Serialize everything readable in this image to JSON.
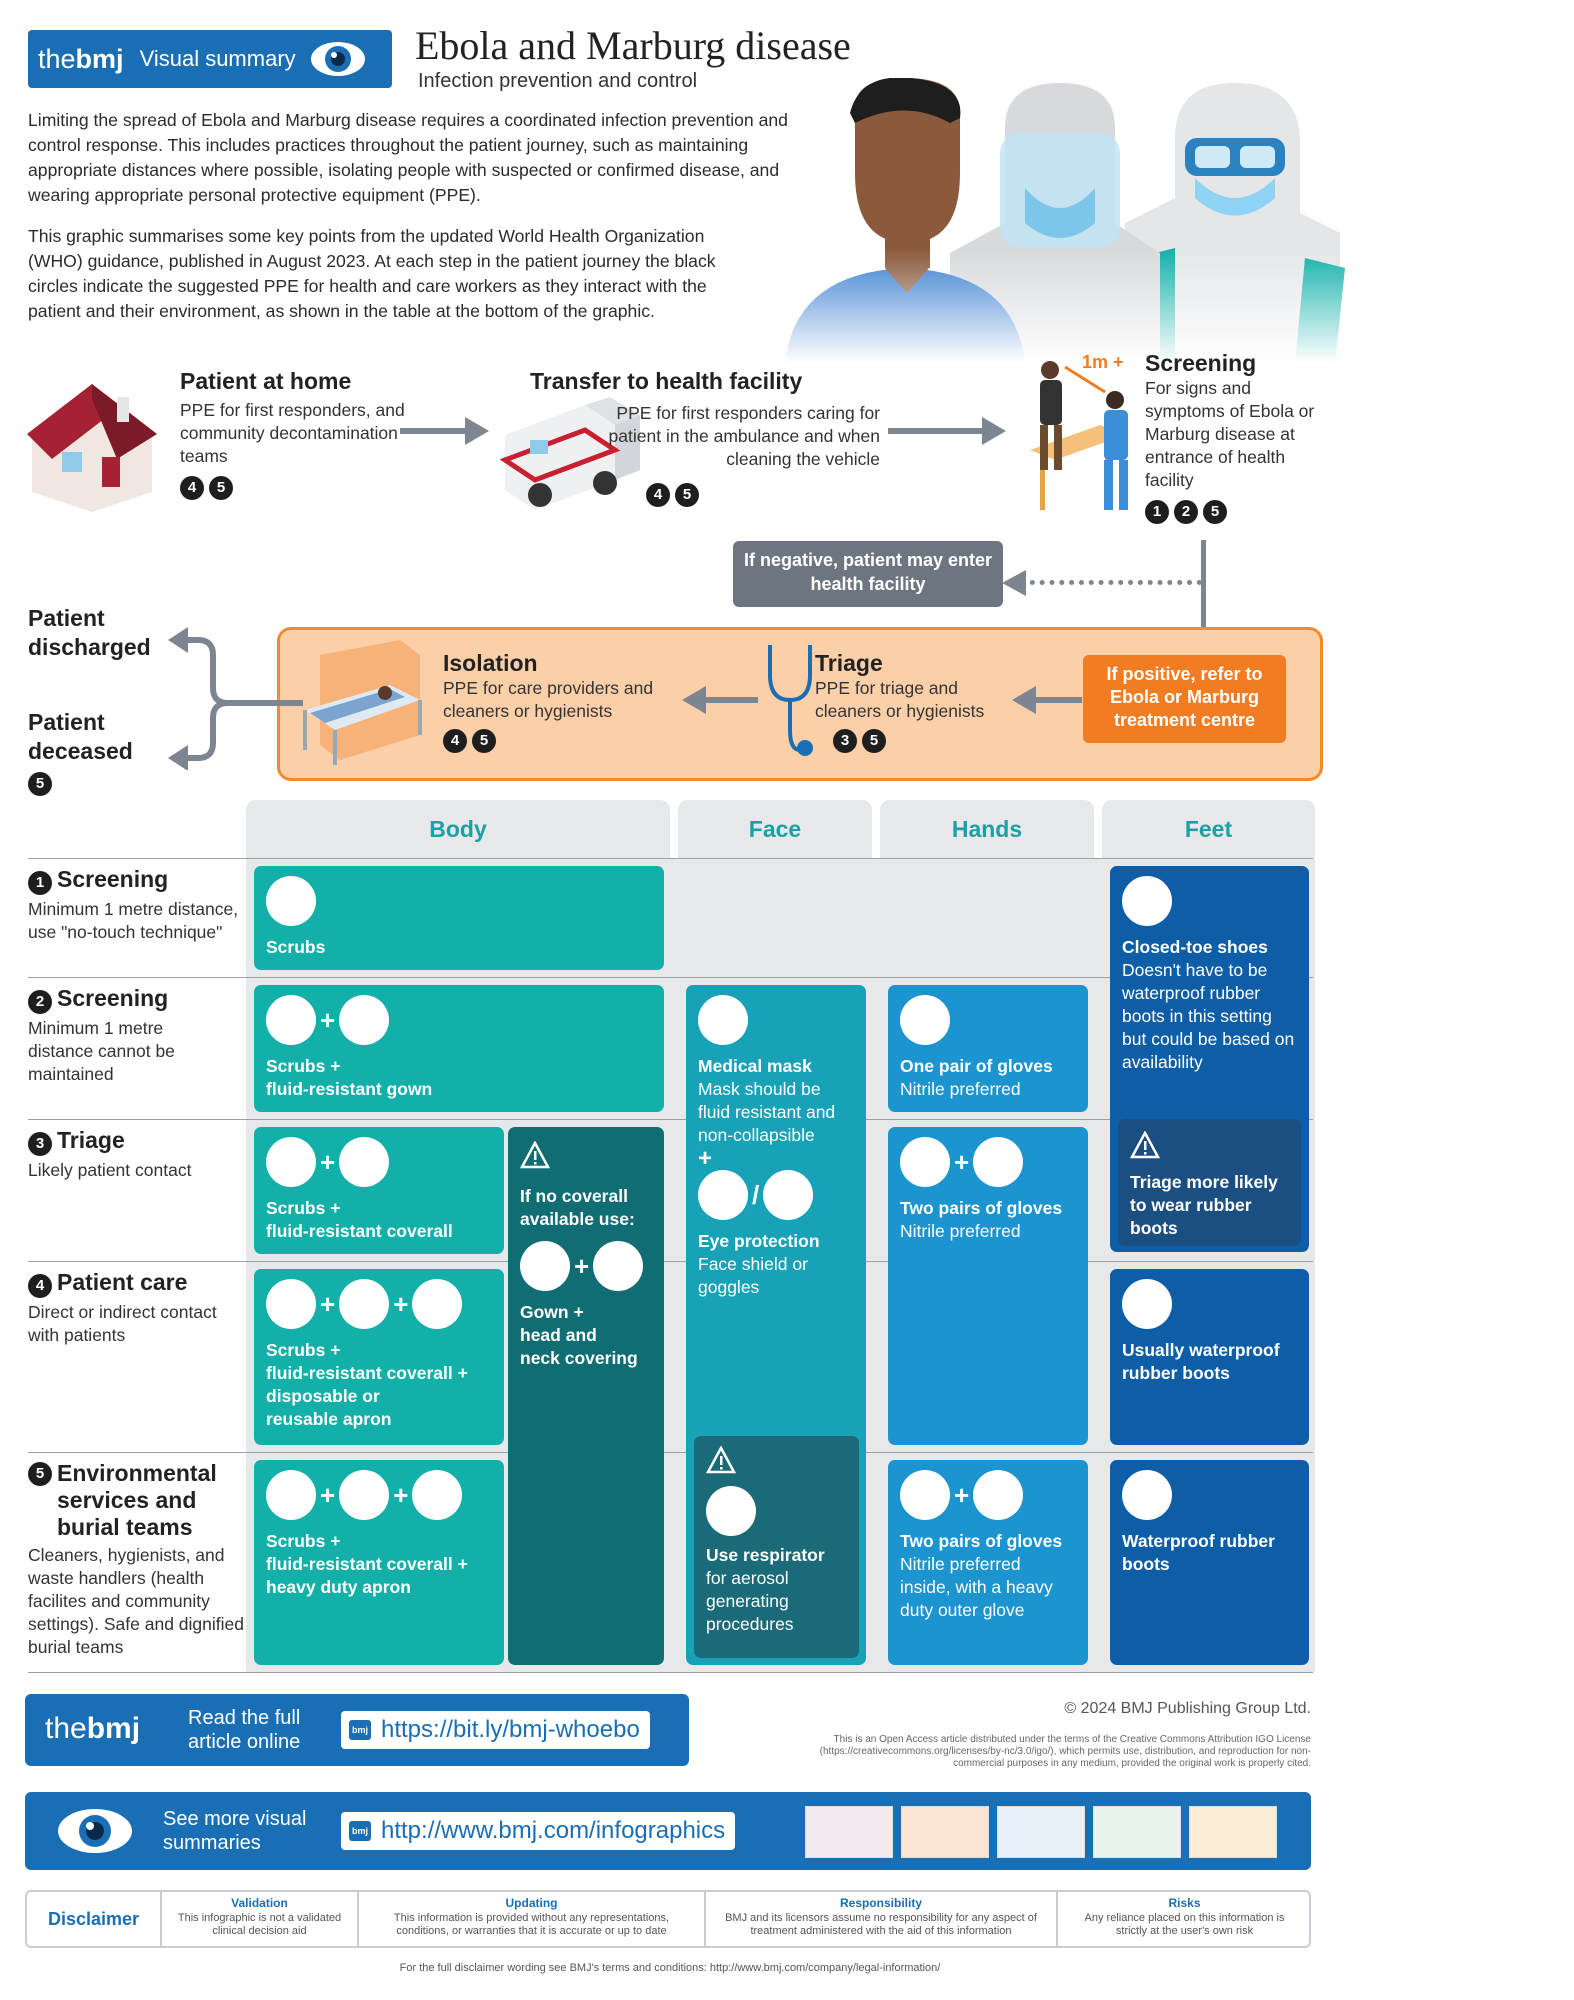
{
  "header": {
    "brand_light": "the",
    "brand_bold": "bmj",
    "badge_label": "Visual summary",
    "title": "Ebola and Marburg disease",
    "subtitle": "Infection prevention and control"
  },
  "intro": {
    "p1": "Limiting the spread of Ebola and Marburg disease requires a coordinated infection prevention and control response. This includes practices throughout the patient journey, such as maintaining appropriate distances where possible, isolating people with suspected or confirmed disease, and wearing appropriate personal protective equipment (PPE).",
    "p2": "This graphic summarises some key points from the updated World Health Organization (WHO) guidance, published in August 2023. At each step in the patient journey the black circles indicate the suggested PPE for health and care workers as they interact with the patient and their environment, as shown in the table at the bottom of the graphic."
  },
  "journey": {
    "home": {
      "title": "Patient at home",
      "text": "PPE for first responders, and community decontamination teams",
      "dots": [
        "4",
        "5"
      ]
    },
    "transfer": {
      "title": "Transfer to health facility",
      "text": "PPE for first responders caring for patient in the ambulance and when cleaning the vehicle",
      "dots": [
        "4",
        "5"
      ]
    },
    "screening": {
      "title": "Screening",
      "distance": "1m +",
      "text": "For signs and symptoms of Ebola or Marburg disease at entrance of health facility",
      "dots": [
        "1",
        "2",
        "5"
      ]
    },
    "negative": "If negative, patient may enter health facility",
    "positive": "If positive, refer to Ebola or Marburg treatment centre",
    "triage": {
      "title": "Triage",
      "text": "PPE for triage and cleaners or hygienists",
      "dots": [
        "3",
        "5"
      ]
    },
    "isolation": {
      "title": "Isolation",
      "text": "PPE for care providers and cleaners or hygienists",
      "dots": [
        "4",
        "5"
      ]
    },
    "discharged": "Patient discharged",
    "deceased": "Patient deceased",
    "deceased_dot": "5"
  },
  "table": {
    "columns": [
      "Body",
      "Face",
      "Hands",
      "Feet"
    ],
    "rows": [
      {
        "num": "1",
        "title": "Screening",
        "desc": "Minimum 1 metre distance, use \"no-touch technique\""
      },
      {
        "num": "2",
        "title": "Screening",
        "desc": "Minimum 1 metre distance cannot be maintained"
      },
      {
        "num": "3",
        "title": "Triage",
        "desc": "Likely patient contact"
      },
      {
        "num": "4",
        "title": "Patient care",
        "desc": "Direct or indirect contact with patients"
      },
      {
        "num": "5",
        "title": "Environmental services and burial teams",
        "desc": "Cleaners, hygienists, and waste handlers (health facilites and community settings). Safe and dignified burial teams"
      }
    ],
    "body": {
      "r1": "Scrubs",
      "r2a": "Scrubs +",
      "r2b": "fluid-resistant gown",
      "r3a": "Scrubs +",
      "r3b": "fluid-resistant coverall",
      "r4a": "Scrubs +",
      "r4b": "fluid-resistant coverall +",
      "r4c": "disposable or",
      "r4d": "reusable apron",
      "r5a": "Scrubs +",
      "r5b": "fluid-resistant coverall +",
      "r5c": "heavy duty apron",
      "nocov_title": "If no coverall available use:",
      "nocov_b1": "Gown +",
      "nocov_b2": "head and",
      "nocov_b3": "neck covering"
    },
    "face": {
      "mask_title": "Medical mask",
      "mask_text": "Mask should be fluid resistant and non-collapsible",
      "plus": "+",
      "eye_title": "Eye protection",
      "eye_text": "Face shield or goggles",
      "resp_title": "Use respirator",
      "resp_text": "for aerosol generating procedures"
    },
    "hands": {
      "one_title": "One pair of gloves",
      "one_text": "Nitrile preferred",
      "two_title": "Two pairs of gloves",
      "two_text": "Nitrile preferred",
      "two5_title": "Two pairs of gloves",
      "two5_text": "Nitrile preferred inside, with a heavy duty outer glove"
    },
    "feet": {
      "closed_title": "Closed-toe shoes",
      "closed_text": "Doesn't have to be waterproof rubber boots in this setting but could be based on availability",
      "triage_note": "Triage more likely to wear rubber boots",
      "usually": "Usually waterproof rubber boots",
      "waterproof": "Waterproof rubber boots"
    }
  },
  "footer": {
    "read1": "Read the full",
    "read2": "article online",
    "url1": "https://bit.ly/bmj-whoebo",
    "copyright": "© 2024 BMJ Publishing Group Ltd.",
    "license": "This is an Open Access article distributed under the terms of the Creative Commons Attribution IGO License (https://creativecommons.org/licenses/by-nc/3.0/igo/), which permits use, distribution, and reproduction for non-commercial purposes in any medium, provided the original work is properly cited.",
    "more1": "See more visual",
    "more2": "summaries",
    "url2": "http://www.bmj.com/infographics",
    "logo_small": "bmj"
  },
  "disclaimer": {
    "label": "Disclaimer",
    "cols": [
      {
        "h": "Validation",
        "t": "This infographic is not a validated clinical decision aid"
      },
      {
        "h": "Updating",
        "t": "This information is provided without any representations, conditions, or warranties that it is accurate or up to date"
      },
      {
        "h": "Responsibility",
        "t": "BMJ and its licensors assume no responsibility for any aspect of treatment administered with the aid of this information"
      },
      {
        "h": "Risks",
        "t": "Any reliance placed on this information is strictly at the user's own risk"
      }
    ],
    "bottom": "For the full disclaimer wording see BMJ's terms and conditions: http://www.bmj.com/company/legal-information/"
  },
  "colors": {
    "brand": "#1a6eb4",
    "teal": "#13b0aa",
    "navy": "#0d5ea6",
    "orange": "#f27c21"
  }
}
